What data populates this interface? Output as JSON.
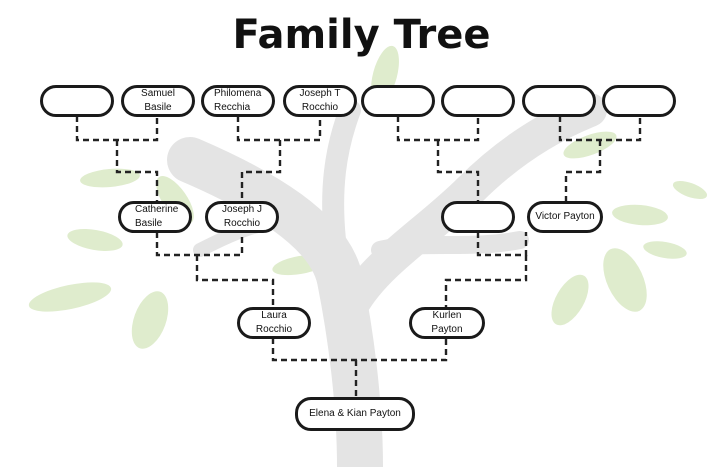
{
  "title": "Family Tree",
  "colors": {
    "line": "#222222",
    "node_border": "#1a1a1a",
    "trunk": "#e4e4e4",
    "leaf": "#dfeccd"
  },
  "people": {
    "samuel_basile": "Samuel\nBasile",
    "philomena_recchia": "Philomena\nRecchia",
    "joseph_t_rocchio": "Joseph T\nRocchio",
    "catherine_basile": "Catherine\nBasile",
    "joseph_j_rocchio": "Joseph J\nRocchio",
    "victor_payton": "Victor Payton",
    "laura_rocchio": "Laura Rocchio",
    "kurlen_payton": "Kurlen Payton",
    "elena_kian_payton": "Elena & Kian Payton"
  }
}
